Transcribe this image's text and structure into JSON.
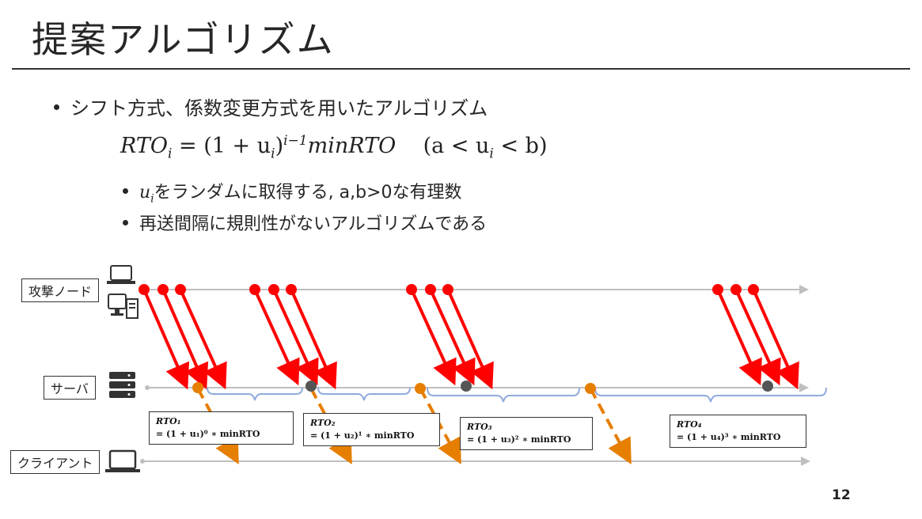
{
  "slide": {
    "title": "提案アルゴリズム",
    "page_number": "12",
    "bullet1": "シフト方式、係数変更方式を用いたアルゴリズム",
    "formula_lhs_base": "RTO",
    "formula_lhs_sub": "i",
    "formula_rhs": "= (1 + u",
    "formula_rhs_sub": "i",
    "formula_rhs_close": ")",
    "formula_exp": "i−1",
    "formula_tail": "minRTO",
    "formula_cond_a": "(a < u",
    "formula_cond_sub": "i",
    "formula_cond_b": "< b)",
    "bullet2_var": "u",
    "bullet2_sub": "i",
    "bullet2_text": "をランダムに取得する, a,b>0な有理数",
    "bullet3": "再送間隔に規則性がないアルゴリズムである"
  },
  "diagram": {
    "labels": {
      "attack_node": "攻撃ノード",
      "server": "サーバ",
      "client": "クライアント"
    },
    "rto_boxes": [
      {
        "line1": "RTO₁",
        "line2": "= (1 + u₁)⁰ ∗ minRTO"
      },
      {
        "line1": "RTO₂",
        "line2": "= (1 + u₂)¹ ∗ minRTO"
      },
      {
        "line1": "RTO₃",
        "line2": "= (1 + u₃)² ∗ minRTO"
      },
      {
        "line1": "RTO₄",
        "line2": "= (1 + u₄)³ ∗ minRTO"
      }
    ],
    "colors": {
      "attack": "#ff0000",
      "retransmit": "#e67e00",
      "server_dot": "#555555",
      "timeline": "#bfbfbf",
      "brace": "#8faadc"
    }
  }
}
